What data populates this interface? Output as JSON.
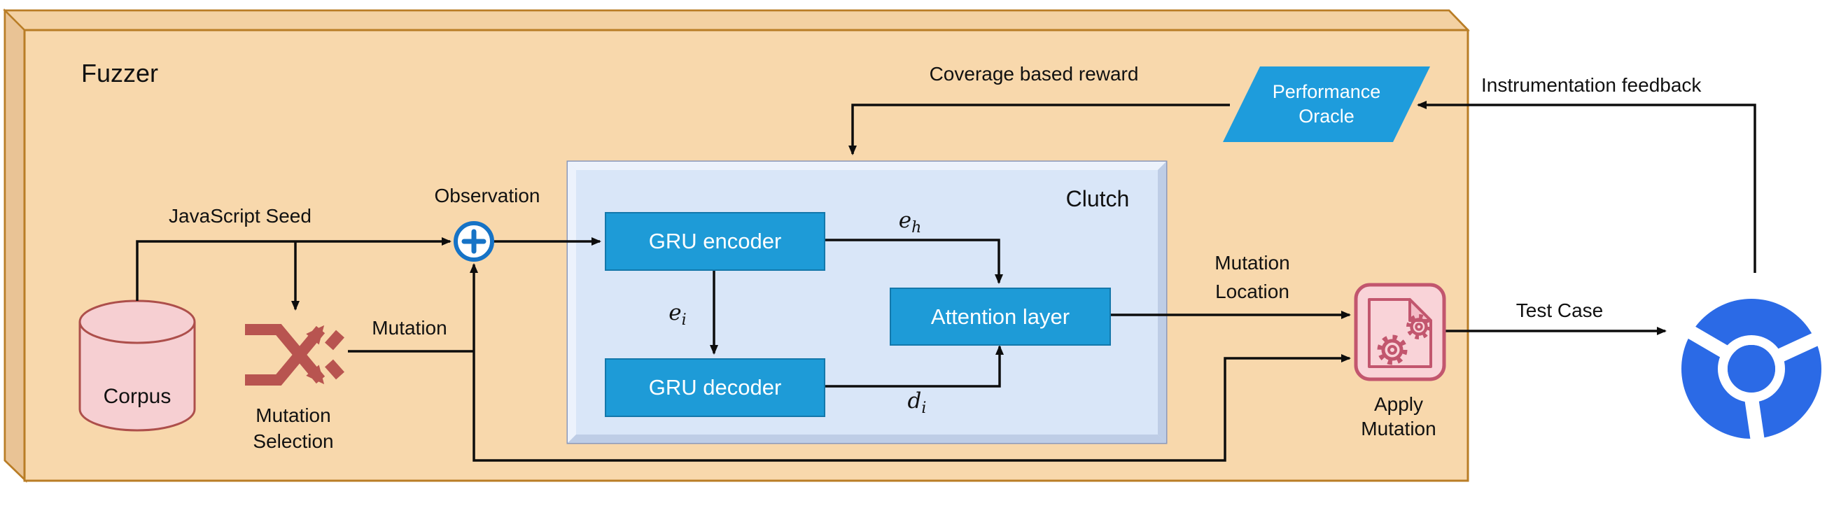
{
  "fuzzer": {
    "label": "Fuzzer"
  },
  "corpus": {
    "label": "Corpus"
  },
  "mutation_selection": {
    "line1": "Mutation",
    "line2": "Selection"
  },
  "edges": {
    "javascript_seed": "JavaScript Seed",
    "observation": "Observation",
    "mutation": "Mutation",
    "coverage_reward": "Coverage based reward",
    "instrumentation_feedback": "Instrumentation feedback",
    "mutation_location_line1": "Mutation",
    "mutation_location_line2": "Location",
    "test_case": "Test Case"
  },
  "clutch": {
    "label": "Clutch",
    "gru_encoder": "GRU encoder",
    "gru_decoder": "GRU decoder",
    "attention_layer": "Attention layer",
    "e_h": {
      "base": "e",
      "sub": "h"
    },
    "e_i": {
      "base": "e",
      "sub": "i"
    },
    "d_i": {
      "base": "d",
      "sub": "i"
    }
  },
  "performance_oracle": {
    "line1": "Performance",
    "line2": "Oracle"
  },
  "apply_mutation": {
    "line1": "Apply",
    "line2": "Mutation"
  },
  "icons": {
    "corpus": "database-cylinder-icon",
    "mutation_selection": "shuffle-crossing-arrows-icon",
    "observation_plus": "circled-plus-icon",
    "apply_mutation": "document-gears-icon",
    "browser": "chromium-logo-icon"
  },
  "colors": {
    "fuzzer_box": "#F8D8AC",
    "fuzzer_border": "#B97D26",
    "clutch_box": "#D9E6F8",
    "node_blue": "#1E9BD7",
    "oracle_blue": "#1E9CDC",
    "corpus_pink": "#F6CFD2",
    "corpus_border": "#AD4F4B",
    "shuffle_red": "#B85450",
    "doc_pink": "#F9D3D8",
    "doc_border": "#C2566E",
    "chromium_blue": "#2B6AE6",
    "line_black": "#0d0d0d"
  }
}
